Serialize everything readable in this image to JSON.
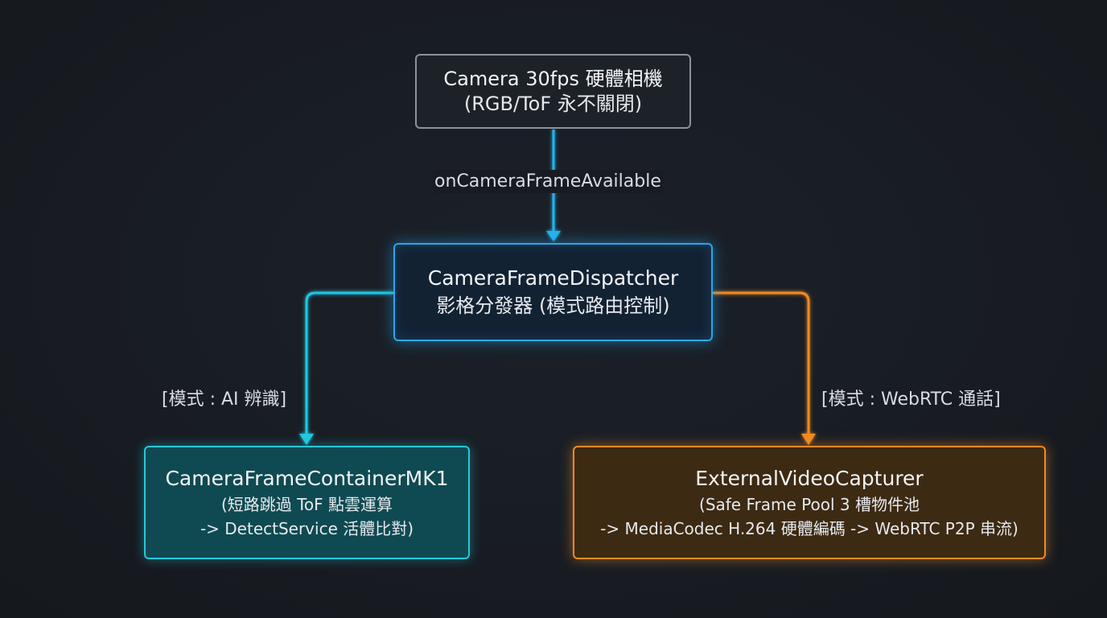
{
  "colors": {
    "accent_blue": "#2aa8e8",
    "accent_cyan": "#27c8d9",
    "accent_orange": "#f08a24",
    "neutral_border": "#8a929c"
  },
  "nodes": {
    "camera": {
      "title": "Camera 30fps 硬體相機",
      "line1": "(RGB/ToF 永不關閉)"
    },
    "dispatcher": {
      "title": "CameraFrameDispatcher",
      "line1": "影格分發器 (模式路由控制)"
    },
    "container": {
      "title": "CameraFrameContainerMK1",
      "line1": "(短路跳過 ToF 點雲運算",
      "line2": "-> DetectService 活體比對)"
    },
    "capturer": {
      "title": "ExternalVideoCapturer",
      "line1": "(Safe Frame Pool 3 槽物件池",
      "line2": "-> MediaCodec H.264 硬體編碼 -> WebRTC P2P 串流)"
    }
  },
  "edges": {
    "camera_to_dispatcher": "onCameraFrameAvailable",
    "dispatcher_to_container": "[模式 : AI 辨識]",
    "dispatcher_to_capturer": "[模式 : WebRTC 通話]"
  }
}
